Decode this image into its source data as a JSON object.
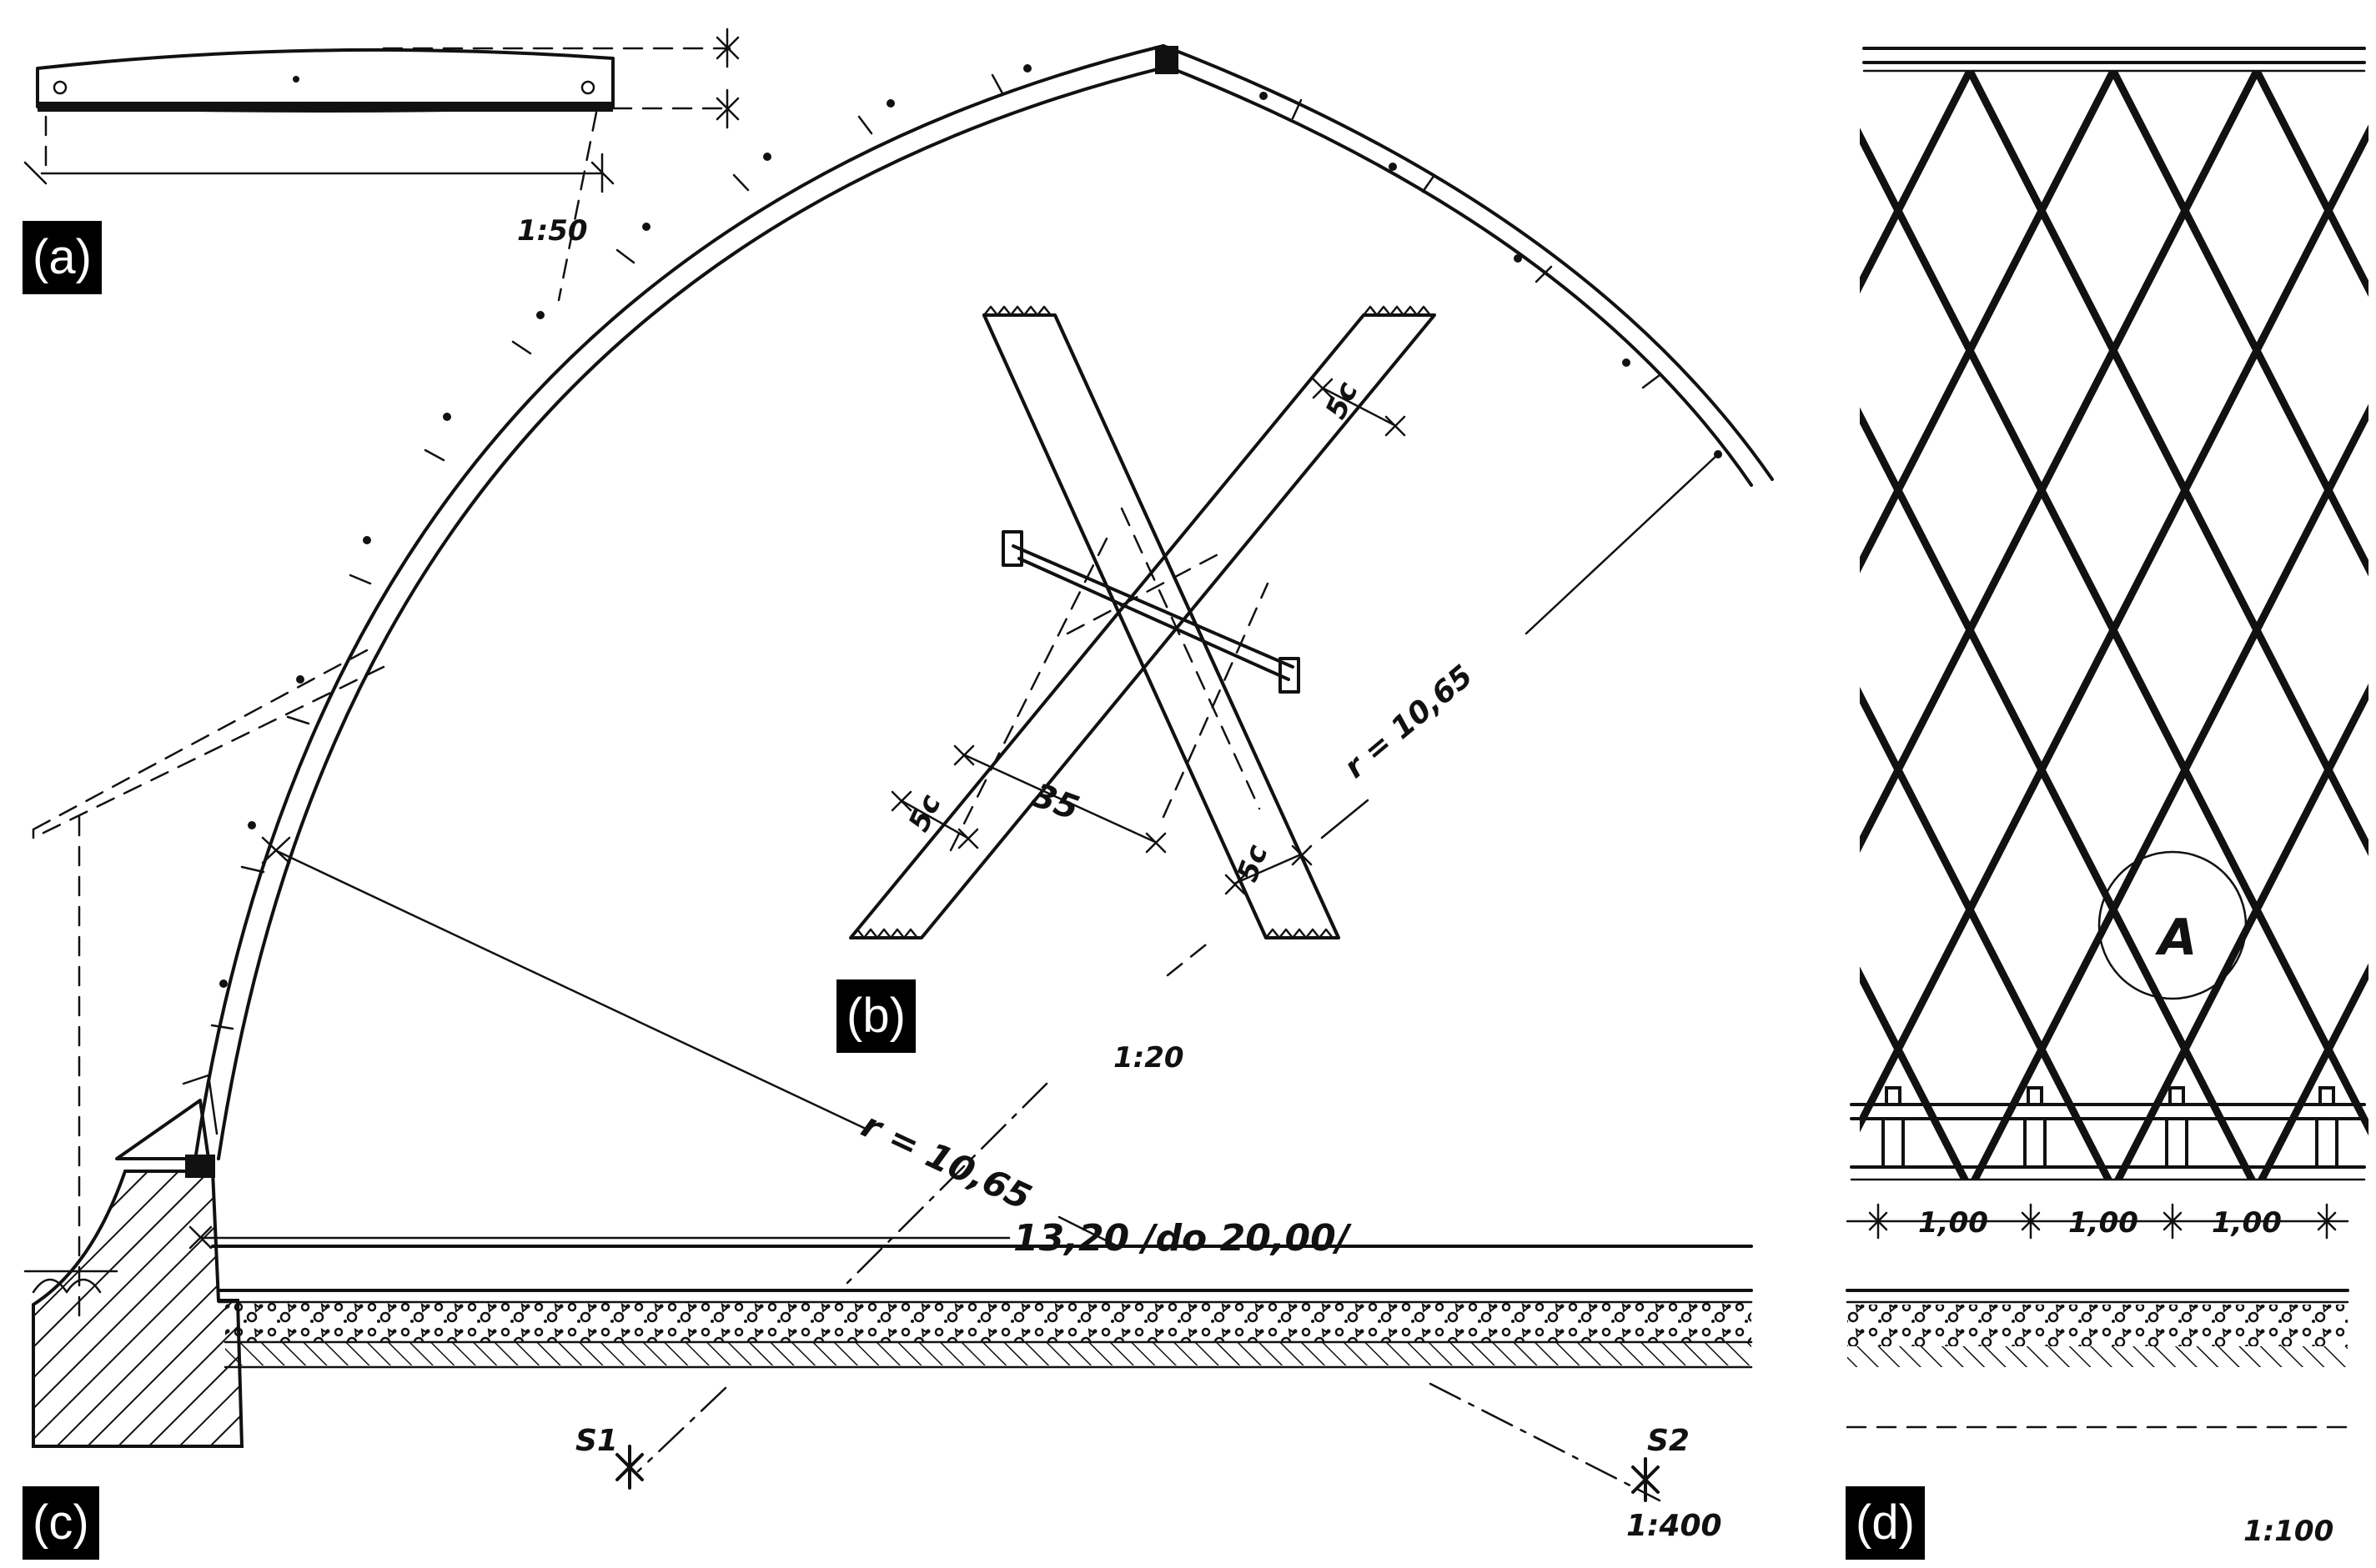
{
  "panels": {
    "a": {
      "label": "(a)",
      "scale": "1:50"
    },
    "b": {
      "label": "(b)",
      "scale": "1:20",
      "dim_width_left": "5c",
      "dim_width_right": "5c",
      "dim_width_lower": "5c",
      "dim_gap": "35",
      "dim_radius": "r = 10,65"
    },
    "c": {
      "label": "(c)",
      "scale": "1:400",
      "radius": "r = 10,65",
      "span": "13,20 /do 20,00/",
      "section_mark_1": "S1",
      "section_mark_2": "S2"
    },
    "d": {
      "label": "(d)",
      "scale": "1:100",
      "spacing": [
        "1,00",
        "1,00",
        "1,00"
      ],
      "circle_mark": "A"
    }
  }
}
